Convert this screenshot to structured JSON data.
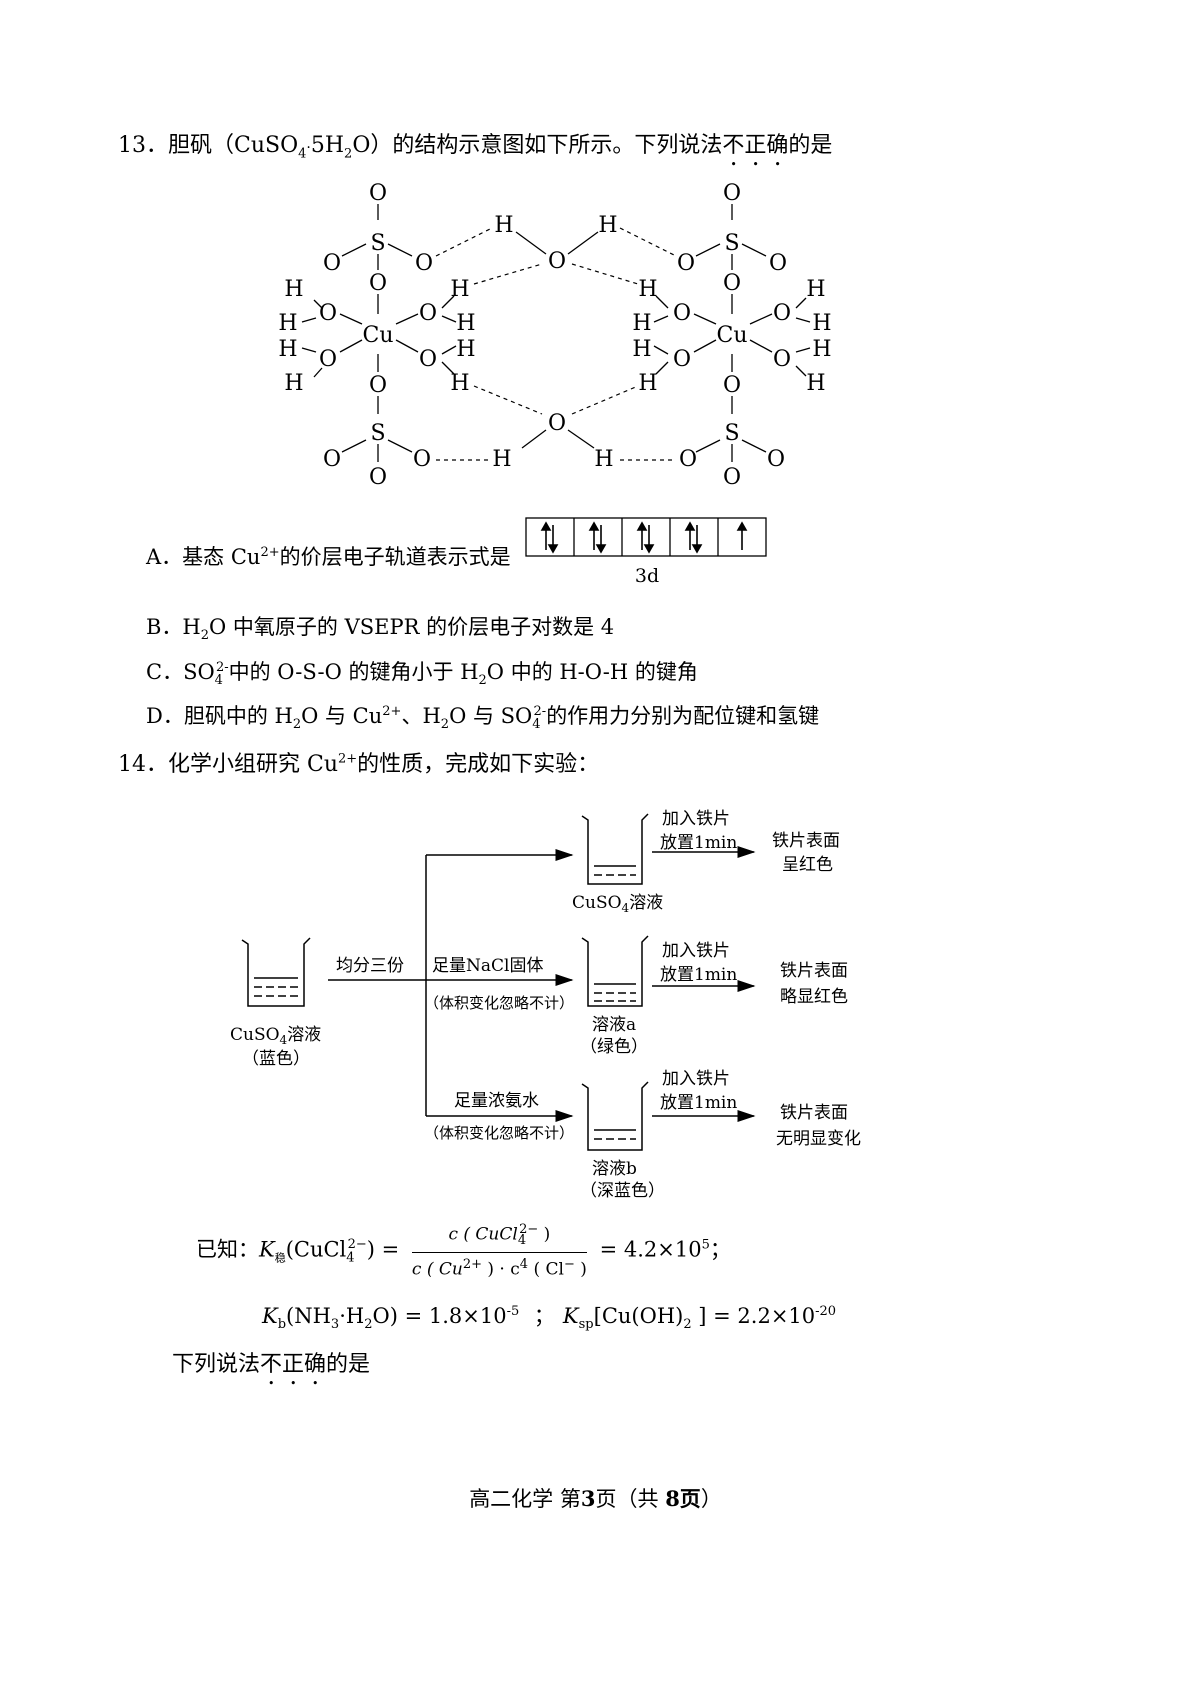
{
  "q13": {
    "number": "13．",
    "stem_pre": "胆矾（CuSO",
    "stem_sub4": "4",
    "stem_dot": "·",
    "stem_5h": "5H",
    "stem_sub2": "2",
    "stem_mid": "O）的结构示意图如下所示。下列说法",
    "stem_emph": "不正确",
    "stem_post": "的是",
    "diagram": {
      "atom_O": "O",
      "atom_S": "S",
      "atom_H": "H",
      "atom_Cu": "Cu"
    },
    "options": {
      "A_pre": "A．基态 Cu",
      "A_sup": "2+",
      "A_post": "的价层电子轨道表示式是",
      "A_orbital_label": "3d",
      "B_pre": "B．H",
      "B_sub": "2",
      "B_post": "O 中氧原子的 VSEPR 的价层电子对数是 4",
      "C_pre": "C．SO",
      "C_sub": "4",
      "C_sup": "2-",
      "C_mid": "中的 O-S-O 的键角小于 H",
      "C_sub2": "2",
      "C_post": "O 中的 H-O-H 的键角",
      "D_pre": "D．胆矾中的 H",
      "D_sub": "2",
      "D_mid1": "O 与 Cu",
      "D_sup": "2+",
      "D_mid2": "、H",
      "D_sub2": "2",
      "D_mid3": "O 与 SO",
      "D_sub3": "4",
      "D_sup2": "2-",
      "D_post": "的作用力分别为配位键和氢键"
    }
  },
  "q14": {
    "number": "14．",
    "stem_pre": "化学小组研究 Cu",
    "stem_sup": "2+",
    "stem_post": "的性质，完成如下实验：",
    "flow": {
      "start_label": "CuSO",
      "start_sub": "4",
      "start_suffix": "溶液",
      "start_color": "（蓝色）",
      "split_label": "均分三份",
      "top_beaker_label": "CuSO",
      "top_beaker_sub": "4",
      "top_beaker_suffix": "溶液",
      "add_iron_1": "加入铁片",
      "wait_1": "放置1min",
      "result_1_line1": "铁片表面",
      "result_1_line2": "呈红色",
      "nacl_label": "足量NaCl固体",
      "nacl_note": "（体积变化忽略不计）",
      "sol_a": "溶液a",
      "sol_a_color": "（绿色）",
      "add_iron_2": "加入铁片",
      "wait_2": "放置1min",
      "result_2_line1": "铁片表面",
      "result_2_line2": "略显红色",
      "ammonia_label": "足量浓氨水",
      "ammonia_note": "（体积变化忽略不计）",
      "sol_b": "溶液b",
      "sol_b_color": "（深蓝色）",
      "add_iron_3": "加入铁片",
      "wait_3": "放置1min",
      "result_3_line1": "铁片表面",
      "result_3_line2": "无明显变化"
    },
    "known": {
      "prefix": "已知：",
      "k_stab_K": "K",
      "k_stab_sub": "稳",
      "k_stab_species": "(CuCl",
      "k_stab_species_sub": "4",
      "k_stab_species_sup": "2−",
      "k_stab_species_close": ") =",
      "num_pre": "c ( CuCl",
      "num_sub": "4",
      "num_sup": "2−",
      "num_post": " )",
      "den_pre": "c ( Cu",
      "den_sup1": "2+",
      "den_mid": " ) · c",
      "den_sup2": "4",
      "den_post1": " ( Cl",
      "den_sup3": "−",
      "den_post2": " )",
      "k_stab_value": "= 4.2×10",
      "k_stab_exp": "5",
      "k_stab_end": "；",
      "kb_K": "K",
      "kb_sub": "b",
      "kb_expr": "(NH",
      "kb_sub3": "3",
      "kb_expr2": "·H",
      "kb_sub2": "2",
      "kb_expr3": "O) = 1.8×10",
      "kb_exp": "-5",
      "sep": "；",
      "ksp_K": "K",
      "ksp_sub": "sp",
      "ksp_expr": "[Cu(OH)",
      "ksp_sub2": "2",
      "ksp_expr2": " ] = 2.2×10",
      "ksp_exp": "-20"
    },
    "question_pre": "下列说法",
    "question_emph": "不正确",
    "question_post": "的是"
  },
  "footer": {
    "pre": "高二化学  第",
    "page": "3",
    "mid": "页（共 ",
    "total": "8页",
    "post": "）"
  }
}
